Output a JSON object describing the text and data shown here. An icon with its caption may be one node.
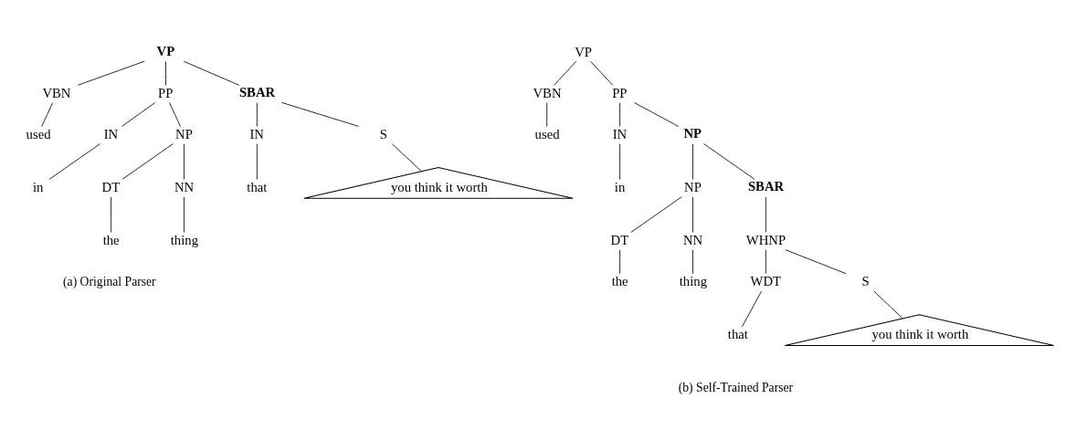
{
  "diagram": {
    "nodes": [
      {
        "text": [
          "VP"
        ]
      },
      {
        "text": [
          "VBN"
        ]
      },
      {
        "text": [
          "used"
        ]
      },
      {
        "text": [
          "PP"
        ]
      },
      {
        "text": [
          "IN"
        ]
      },
      {
        "text": [
          "in"
        ]
      },
      {
        "text": [
          "NP"
        ]
      },
      {
        "text": [
          "DT"
        ]
      },
      {
        "text": [
          "the"
        ]
      },
      {
        "text": [
          "NN"
        ]
      },
      {
        "text": [
          "thing"
        ]
      },
      {
        "text": [
          "SBAR"
        ]
      },
      {
        "text": [
          "IN"
        ]
      },
      {
        "text": [
          "that"
        ]
      },
      {
        "text": [
          "S"
        ]
      },
      {
        "text": [
          "you think it worth"
        ]
      },
      {
        "text": [
          "VP"
        ]
      },
      {
        "text": [
          "VBN"
        ]
      },
      {
        "text": [
          "used"
        ]
      },
      {
        "text": [
          "PP"
        ]
      },
      {
        "text": [
          "IN"
        ]
      },
      {
        "text": [
          "in"
        ]
      },
      {
        "text": [
          "NP"
        ]
      },
      {
        "text": [
          "NP"
        ]
      },
      {
        "text": [
          "DT"
        ]
      },
      {
        "text": [
          "the"
        ]
      },
      {
        "text": [
          "NN"
        ]
      },
      {
        "text": [
          "thing"
        ]
      },
      {
        "text": [
          "SBAR"
        ]
      },
      {
        "text": [
          "WHNP"
        ]
      },
      {
        "text": [
          "WDT"
        ]
      },
      {
        "text": [
          "that"
        ]
      },
      {
        "text": [
          "S"
        ]
      },
      {
        "text": [
          "you think it worth"
        ]
      }
    ],
    "edges": [
      {
        "from": 0,
        "to": 1,
        "arrow": "none"
      },
      {
        "from": 1,
        "to": 2,
        "arrow": "none"
      },
      {
        "from": 0,
        "to": 3,
        "arrow": "none"
      },
      {
        "from": 3,
        "to": 4,
        "arrow": "none"
      },
      {
        "from": 4,
        "to": 5,
        "arrow": "none"
      },
      {
        "from": 3,
        "to": 6,
        "arrow": "none"
      },
      {
        "from": 6,
        "to": 7,
        "arrow": "none"
      },
      {
        "from": 7,
        "to": 8,
        "arrow": "none"
      },
      {
        "from": 6,
        "to": 9,
        "arrow": "none"
      },
      {
        "from": 9,
        "to": 10,
        "arrow": "none"
      },
      {
        "from": 0,
        "to": 11,
        "arrow": "none"
      },
      {
        "from": 11,
        "to": 12,
        "arrow": "none"
      },
      {
        "from": 12,
        "to": 13,
        "arrow": "none"
      },
      {
        "from": 11,
        "to": 14,
        "arrow": "none"
      },
      {
        "from": 14,
        "to": 15,
        "arrow": "none"
      },
      {
        "from": 16,
        "to": 17,
        "arrow": "none"
      },
      {
        "from": 17,
        "to": 18,
        "arrow": "none"
      },
      {
        "from": 16,
        "to": 19,
        "arrow": "none"
      },
      {
        "from": 19,
        "to": 20,
        "arrow": "none"
      },
      {
        "from": 20,
        "to": 21,
        "arrow": "none"
      },
      {
        "from": 19,
        "to": 22,
        "arrow": "none"
      },
      {
        "from": 22,
        "to": 23,
        "arrow": "none"
      },
      {
        "from": 23,
        "to": 24,
        "arrow": "none"
      },
      {
        "from": 24,
        "to": 25,
        "arrow": "none"
      },
      {
        "from": 23,
        "to": 26,
        "arrow": "none"
      },
      {
        "from": 26,
        "to": 27,
        "arrow": "none"
      },
      {
        "from": 22,
        "to": 28,
        "arrow": "none"
      },
      {
        "from": 28,
        "to": 29,
        "arrow": "none"
      },
      {
        "from": 29,
        "to": 30,
        "arrow": "none"
      },
      {
        "from": 30,
        "to": 31,
        "arrow": "none"
      },
      {
        "from": 29,
        "to": 32,
        "arrow": "none"
      },
      {
        "from": 32,
        "to": 33,
        "arrow": "none"
      }
    ],
    "labels": [
      "(a) Original Parser",
      "(b) Self-Trained Parser"
    ]
  }
}
